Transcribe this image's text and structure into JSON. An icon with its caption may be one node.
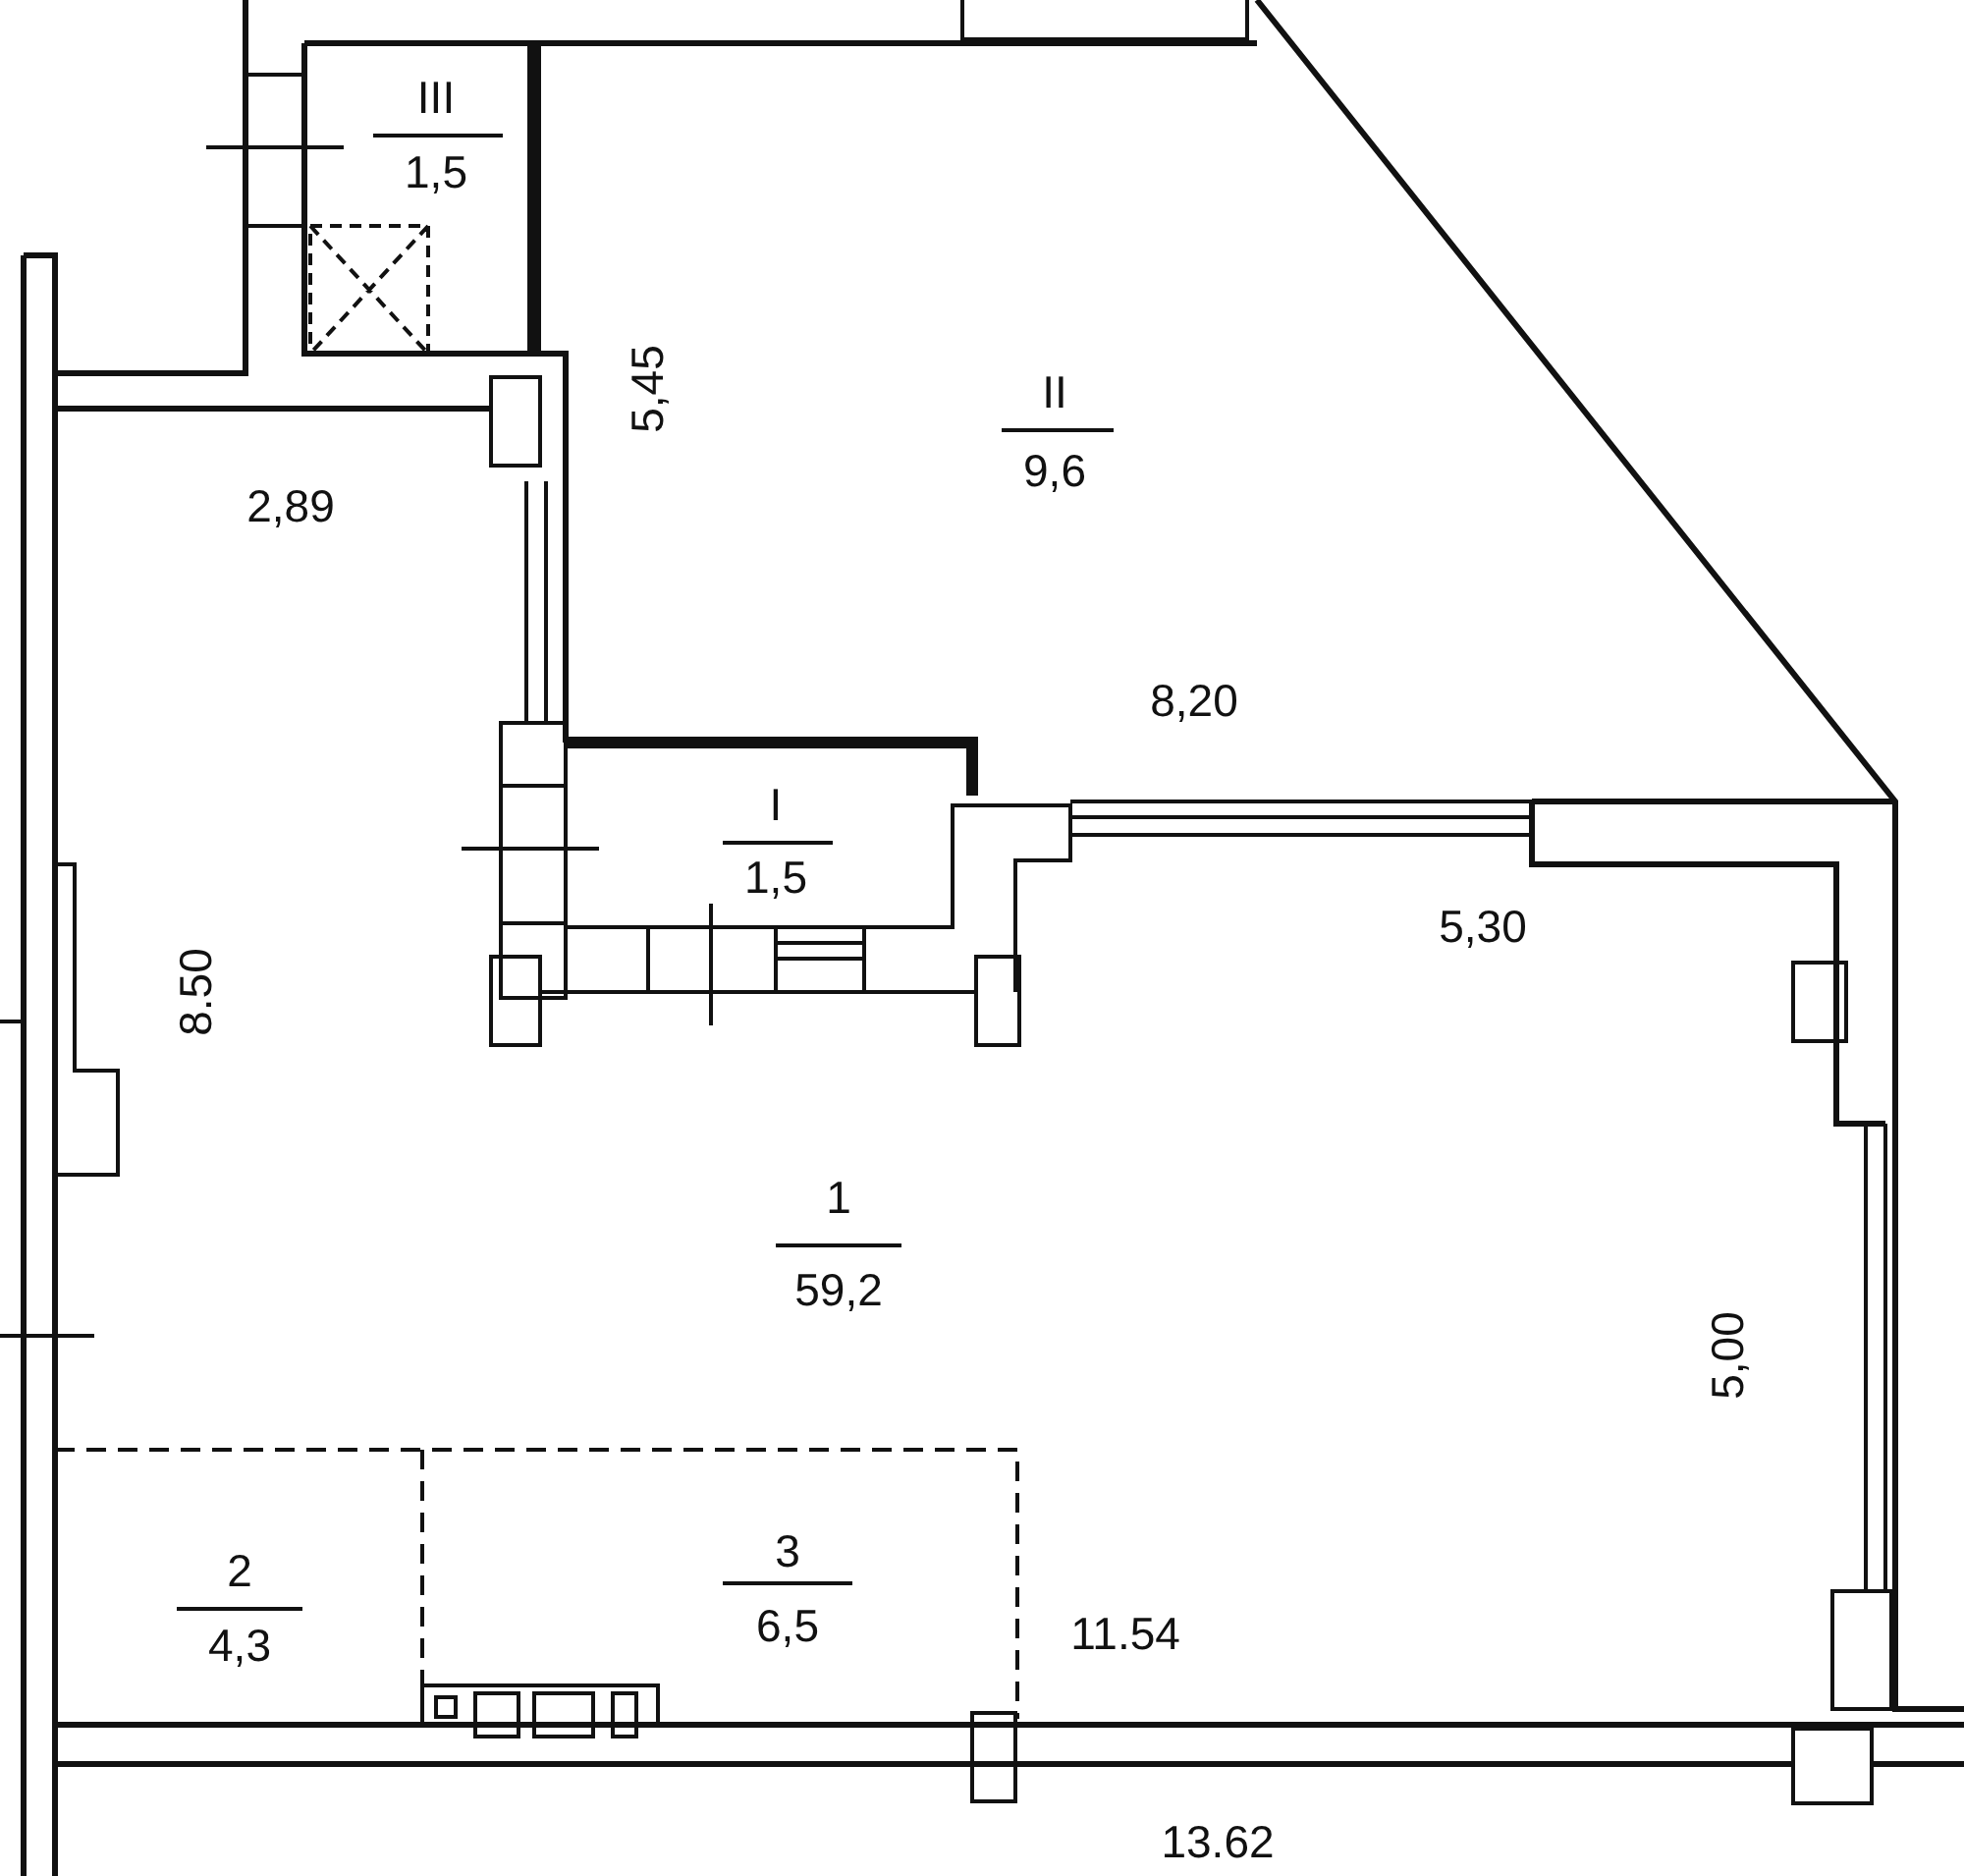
{
  "diagram": {
    "labels": [
      "III",
      "1,5",
      "5,45",
      "II",
      "9,6",
      "2,89",
      "8,20",
      "I",
      "1,5",
      "5,30",
      "8.50",
      "1",
      "59,2",
      "5,00",
      "2",
      "4,3",
      "3",
      "6,5",
      "11.54",
      "13.62"
    ]
  }
}
